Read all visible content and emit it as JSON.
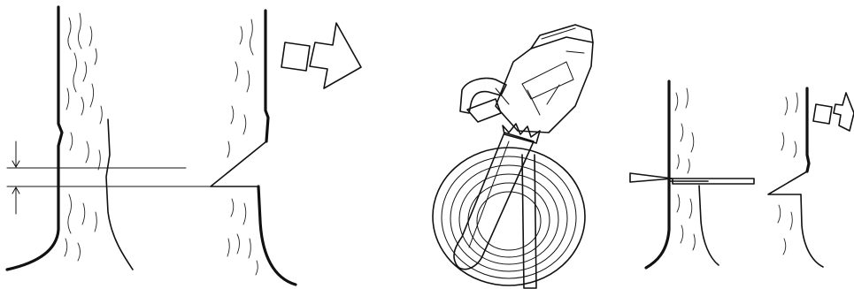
{
  "figure": {
    "panels": [
      {
        "id": "felling-notch-before",
        "description_text": ""
      },
      {
        "id": "felling-notch-after",
        "description_text": ""
      },
      {
        "id": "chainsaw-log-cut",
        "description_text": ""
      },
      {
        "id": "wedge-in-back-cut",
        "description_text": ""
      },
      {
        "id": "tree-falling",
        "description_text": ""
      }
    ],
    "arrows": [
      "direction-of-fall",
      "direction-of-fall-small"
    ],
    "colors": {
      "ink": "#111111",
      "background": "#ffffff"
    }
  }
}
